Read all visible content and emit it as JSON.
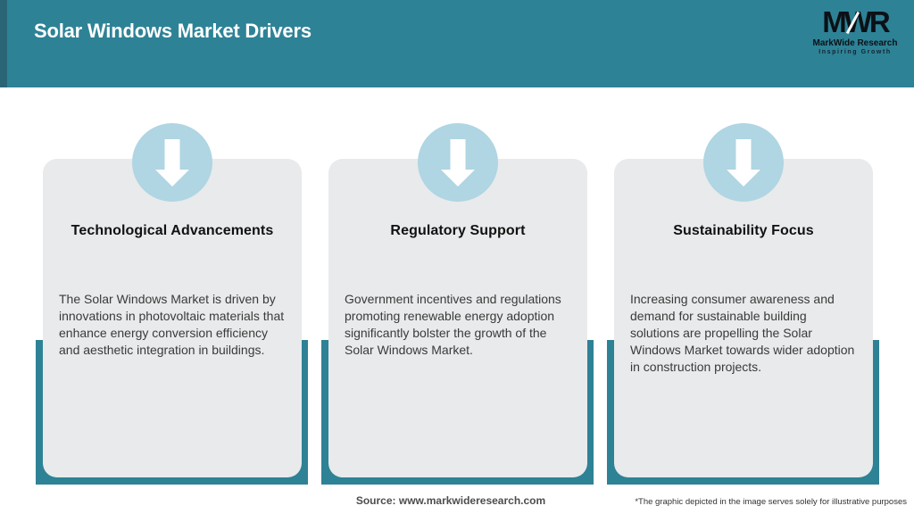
{
  "header": {
    "title": "Solar Windows Market Drivers",
    "logo": {
      "monogram": "MWR",
      "name": "MarkWide Research",
      "tagline": "Inspiring Growth"
    }
  },
  "cards": [
    {
      "title": "Technological Advancements",
      "description": "The Solar Windows Market is driven by innovations in photovoltaic materials that enhance energy conversion efficiency and aesthetic integration in buildings."
    },
    {
      "title": "Regulatory Support",
      "description": "Government incentives and regulations promoting renewable energy adoption significantly bolster the growth of the Solar Windows Market."
    },
    {
      "title": "Sustainability Focus",
      "description": "Increasing consumer awareness and demand for sustainable building solutions are propelling the Solar Windows Market towards wider adoption in construction projects."
    }
  ],
  "footer": {
    "source": "Source: www.markwideresearch.com",
    "disclaimer": "*The graphic depicted in the image serves solely for illustrative purposes"
  },
  "colors": {
    "teal": "#2E8296",
    "header_edge": "#2A6576",
    "circle_blue": "#B0D5E3",
    "card_gray": "#E8EAEB"
  },
  "icons": [
    {
      "name": "down-arrow-icon",
      "meaning": "market driver indicator arrow"
    }
  ]
}
